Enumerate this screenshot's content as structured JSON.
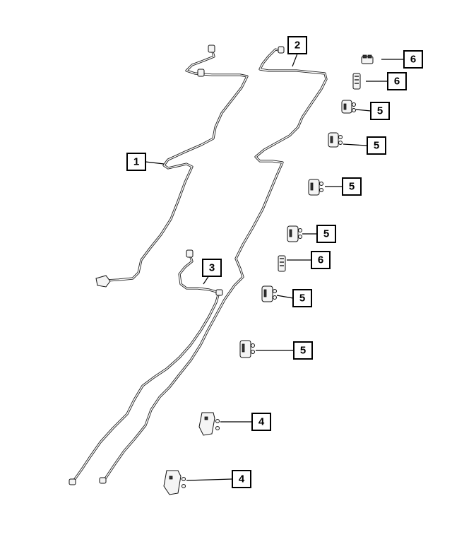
{
  "callouts": [
    {
      "id": "c1",
      "label": "1"
    },
    {
      "id": "c2",
      "label": "2"
    },
    {
      "id": "c3",
      "label": "3"
    },
    {
      "id": "c4a",
      "label": "4"
    },
    {
      "id": "c4b",
      "label": "4"
    },
    {
      "id": "c5a",
      "label": "5"
    },
    {
      "id": "c5b",
      "label": "5"
    },
    {
      "id": "c5c",
      "label": "5"
    },
    {
      "id": "c5d",
      "label": "5"
    },
    {
      "id": "c5e",
      "label": "5"
    },
    {
      "id": "c5f",
      "label": "5"
    },
    {
      "id": "c6a",
      "label": "6"
    },
    {
      "id": "c6b",
      "label": "6"
    },
    {
      "id": "c6c",
      "label": "6"
    }
  ]
}
